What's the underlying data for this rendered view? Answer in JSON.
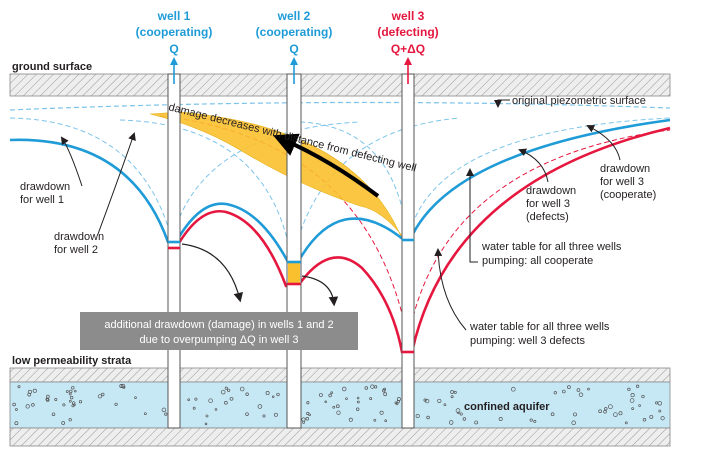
{
  "wells": [
    {
      "name": "well 1",
      "role": "(cooperating)",
      "flow": "Q",
      "color": "#1f9bd7"
    },
    {
      "name": "well 2",
      "role": "(cooperating)",
      "flow": "Q",
      "color": "#1f9bd7"
    },
    {
      "name": "well 3",
      "role": "(defecting)",
      "flow": "Q+ΔQ",
      "color": "#e5173f"
    }
  ],
  "layers": {
    "ground_surface": "ground surface",
    "low_permeability": "low permeability strata",
    "confined_aquifer": "confined aquifer"
  },
  "labels": {
    "original_surface": "original piezometric surface",
    "damage_arrow": "damage decreases with distance from defecting well",
    "drawdown_well1": [
      "drawdown",
      "for well 1"
    ],
    "drawdown_well2": [
      "drawdown",
      "for well 2"
    ],
    "drawdown_well3_defects": [
      "drawdown",
      "for well 3",
      "(defects)"
    ],
    "drawdown_well3_cooperate": [
      "drawdown",
      "for well 3",
      "(cooperate)"
    ],
    "water_table_cooperate": [
      "water table for all three wells",
      "pumping: all cooperate"
    ],
    "water_table_defects": [
      "water table for all three wells",
      "pumping: well 3 defects"
    ],
    "damage_box": [
      "additional drawdown (damage) in wells 1 and 2",
      "due to overpumping ΔQ in well 3"
    ]
  },
  "colors": {
    "cooperate": "#1f9bd7",
    "defect": "#e5173f",
    "damage": "#fbc02d",
    "aquifer": "#c6e8f5",
    "strata": "#e6e6e6",
    "box": "#8c8c8c"
  }
}
